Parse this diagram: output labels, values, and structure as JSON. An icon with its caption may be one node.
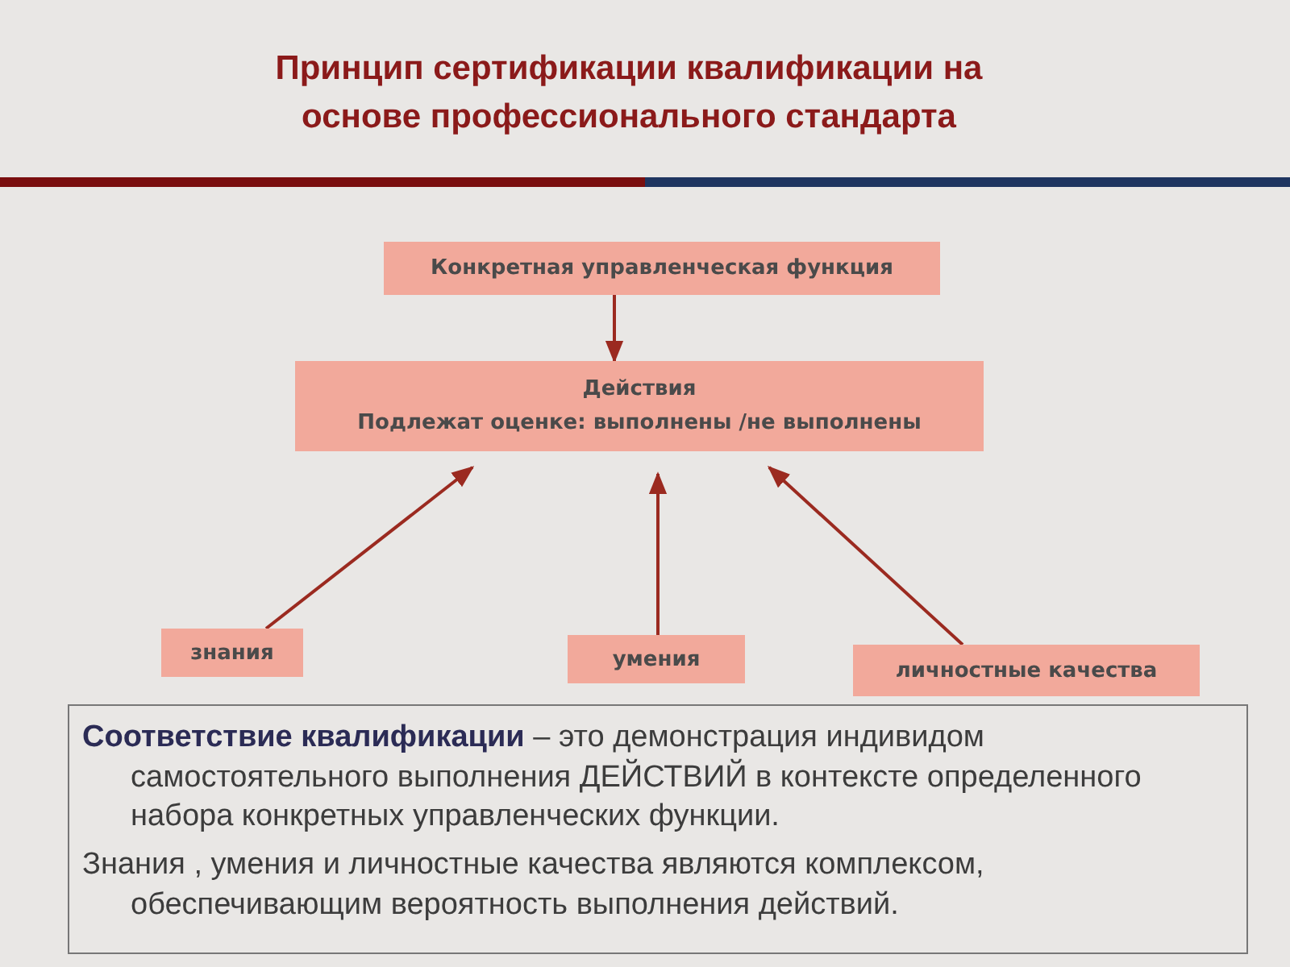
{
  "diagram": {
    "title": "Принцип сертификации квалификации на основе профессионального стандарта",
    "nodes": [
      {
        "text": [
          "Конкретная управленческая функция"
        ]
      },
      {
        "text": [
          "Действия",
          "Подлежат оценке: выполнены /не выполнены"
        ]
      },
      {
        "text": [
          "знания"
        ]
      },
      {
        "text": [
          "умения"
        ]
      },
      {
        "text": [
          "личностные качества"
        ]
      },
      {
        "text": [
          "**Соответствие квалификации** – это  демонстрация  индивидом самостоятельного выполнения ДЕЙСТВИЙ в контексте определенного набора конкретных управленческих функции.",
          "Знания , умения и личностные качества являются  комплексом, обеспечивающим вероятность выполнения действий."
        ]
      }
    ],
    "edges": [
      {
        "from": 0,
        "to": 1,
        "arrow": "to"
      },
      {
        "from": 2,
        "to": 1,
        "arrow": "to"
      },
      {
        "from": 3,
        "to": 1,
        "arrow": "to"
      },
      {
        "from": 4,
        "to": 1,
        "arrow": "to"
      }
    ]
  }
}
